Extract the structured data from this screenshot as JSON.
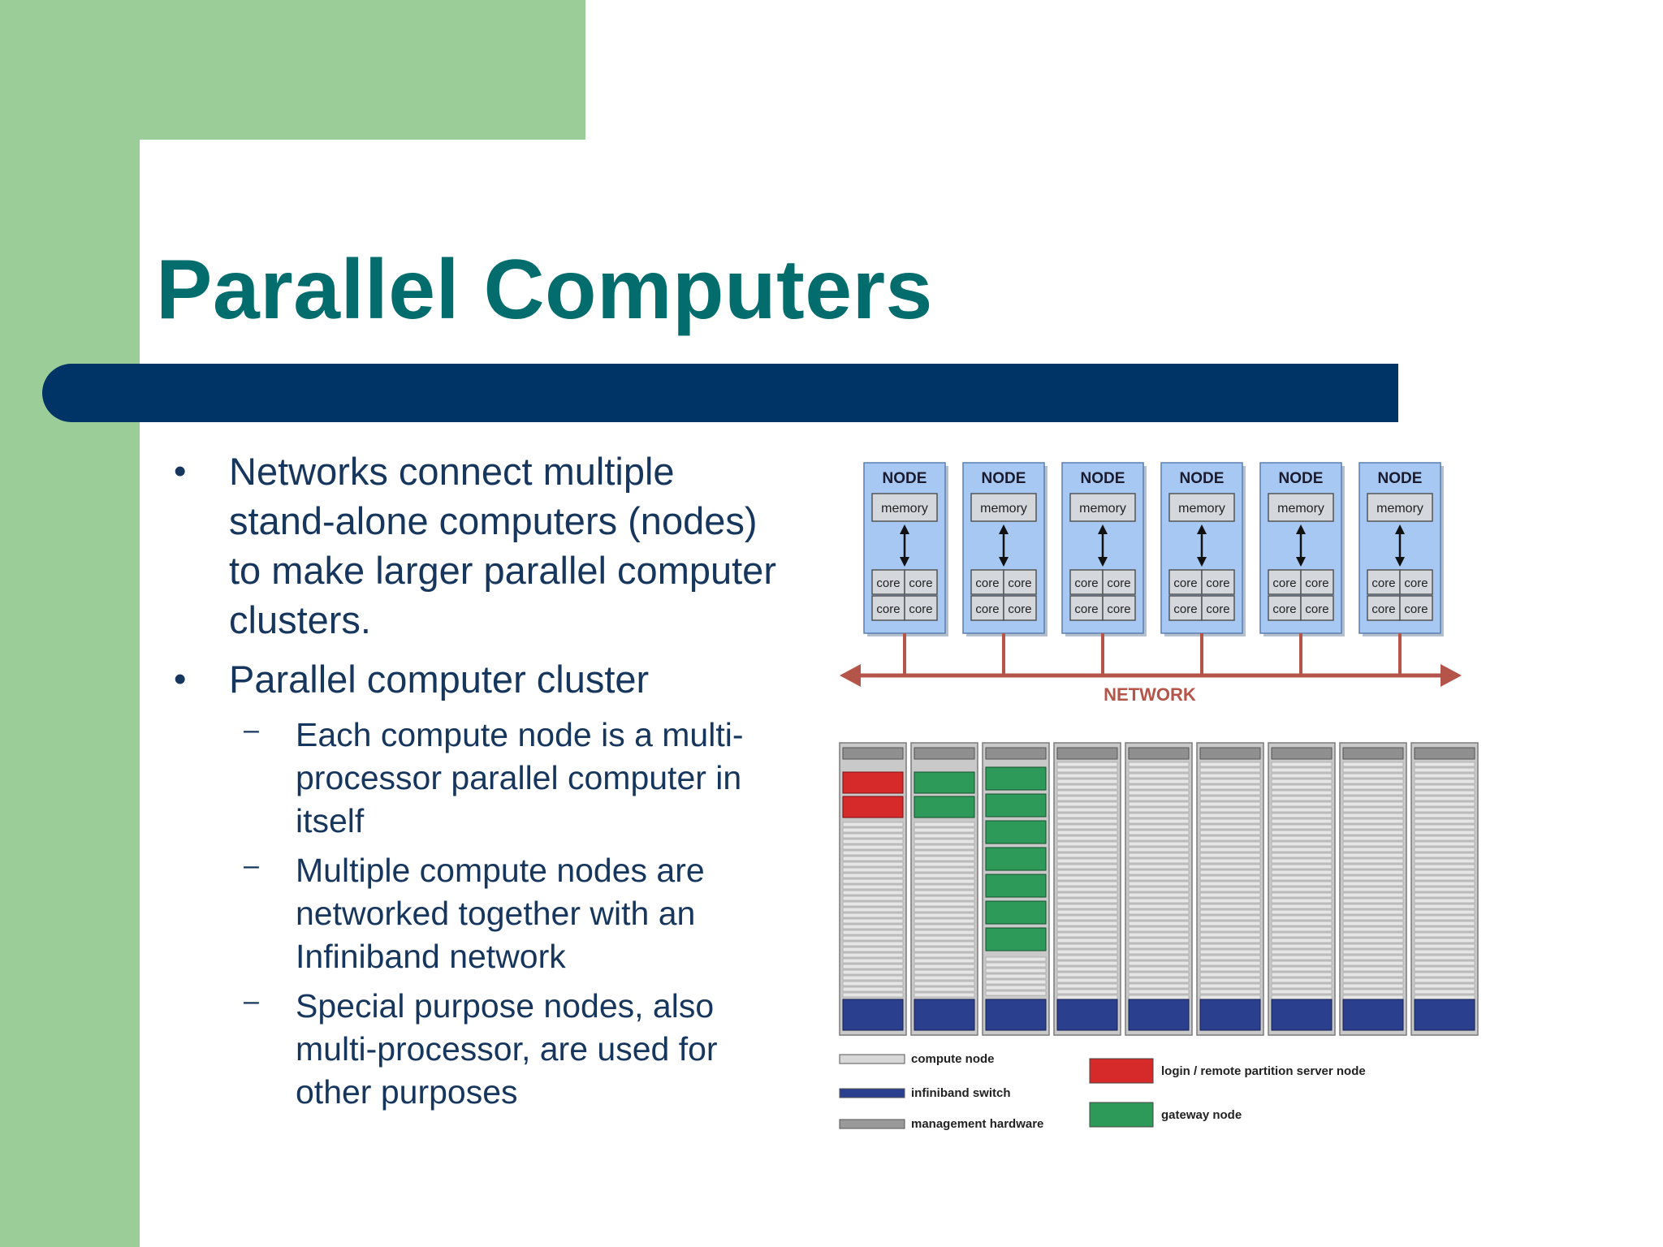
{
  "slide": {
    "title": "Parallel Computers",
    "bullets": [
      {
        "text": "Networks connect multiple stand-alone computers (nodes) to make larger parallel computer clusters.",
        "lines": [
          "Networks connect multiple",
          "stand-alone computers (nodes)",
          "to make larger parallel computer",
          "clusters."
        ]
      },
      {
        "text": "Parallel computer cluster",
        "lines": [
          "Parallel computer cluster"
        ],
        "subbullets": [
          {
            "lines": [
              "Each compute node is a multi-",
              "processor parallel computer in",
              "itself"
            ]
          },
          {
            "lines": [
              "Multiple compute nodes are",
              "networked together with an",
              "Infiniband network"
            ]
          },
          {
            "lines": [
              "Special purpose nodes, also",
              "multi-processor, are used for",
              "other purposes"
            ]
          }
        ]
      }
    ],
    "bullet_glyph": "•",
    "sub_bullet_glyph": "–"
  },
  "diagram": {
    "node_count": 6,
    "node_label": "NODE",
    "memory_label": "memory",
    "core_label": "core",
    "network_label": "NETWORK",
    "rack_count": 9,
    "legend": [
      {
        "label": "compute node",
        "icon": "compute-node-icon",
        "color": "#d8d8d8"
      },
      {
        "label": "infiniband switch",
        "icon": "infiniband-switch-icon",
        "color": "#2b3f8f"
      },
      {
        "label": "management hardware",
        "icon": "management-hardware-icon",
        "color": "#9a9a9a"
      },
      {
        "label": "login / remote partition server node",
        "icon": "login-node-icon",
        "color": "#d62a2a"
      },
      {
        "label": "gateway node",
        "icon": "gateway-node-icon",
        "color": "#2e9a5a"
      }
    ]
  },
  "colors": {
    "frame_green": "#9acd98",
    "title_bar": "#003366",
    "title_text": "#036d6e",
    "body_text": "#17365d",
    "node_fill": "#a6c8f2",
    "network_arrow": "#b5554a"
  }
}
